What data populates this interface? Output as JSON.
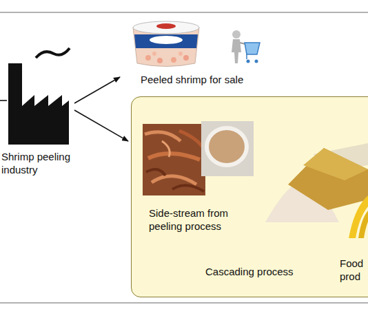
{
  "diagram": {
    "nodes": [
      {
        "text": [
          "Shrimp peeling industry"
        ]
      },
      {
        "text": [
          "Peeled shrimp for sale"
        ]
      },
      {
        "text": [
          "Cascading process"
        ]
      },
      {
        "text": [
          "Side-stream from peeling process"
        ],
        "in": 2
      },
      {
        "text": [
          "Food prod"
        ],
        "in": 2
      }
    ],
    "edges": [
      {
        "from": 0,
        "to": 1,
        "arrow": "to"
      },
      {
        "from": 0,
        "to": 2,
        "arrow": "to"
      }
    ]
  }
}
